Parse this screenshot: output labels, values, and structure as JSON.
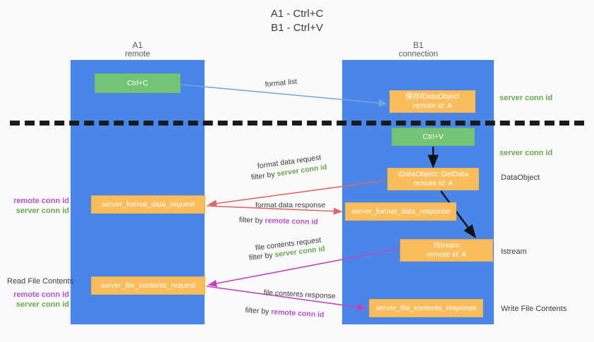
{
  "title": {
    "line1": "A1 - Ctrl+C",
    "line2": "B1 - Ctrl+V"
  },
  "columns": [
    {
      "name": "A1",
      "sub": "remote"
    },
    {
      "name": "B1",
      "sub": "connection"
    }
  ],
  "nodes": {
    "ctrl_c": {
      "label": "Ctrl+C",
      "color": "#74c476"
    },
    "idataobject": {
      "label": "保存IDataObject",
      "sub": "remote id: A",
      "color": "#fbbc5c"
    },
    "ctrl_v": {
      "label": "Ctrl+V",
      "color": "#74c476"
    },
    "getdata": {
      "label": "IDataObject::GetData",
      "sub": "remote id: A",
      "color": "#fbbc5c"
    },
    "istream": {
      "label": "IStream",
      "sub": "remote id: A",
      "color": "#fbbc5c"
    },
    "format_data_request": {
      "label": "server_format_data_request",
      "color": "#fbbc5c"
    },
    "format_data_response": {
      "label": "server_format_data_response",
      "color": "#fbbc5c"
    },
    "file_contents_request": {
      "label": "server_file_contents_request",
      "color": "#fbbc5c"
    },
    "file_contents_response": {
      "label": "server_file_contents_response",
      "color": "#fbbc5c"
    }
  },
  "annotations": {
    "server_conn_id_1": "server conn id",
    "server_conn_id_2": "server conn id",
    "dataobject": "DataObject",
    "istream": "Istream",
    "write_file_contents": "Write File Contents",
    "read_file_contents": "Read File Contents",
    "remote_conn_id": "remote conn id",
    "server_conn_id": "server conn id"
  },
  "edges": {
    "format_list": "format list",
    "format_data_request": "format data request",
    "format_data_request_filter_prefix": "filter by ",
    "format_data_request_filter_value": "server conn id",
    "format_data_response": "format data response",
    "format_data_response_filter_prefix": "filter by ",
    "format_data_response_filter_value": "remote conn id",
    "file_contents_request": "file contents request",
    "file_contents_request_filter_prefix": "filter by ",
    "file_contents_request_filter_value": "server conn id",
    "file_contents_response": "file contents response",
    "file_contents_response_filter_prefix": "filter by ",
    "file_contents_response_filter_value": "remote conn id"
  },
  "colors": {
    "lane": "#4a86e8",
    "green": "#6aa84f",
    "purple": "#b64fc8",
    "orange": "#fbbc5c",
    "arrow_blue": "#6fa8dc",
    "arrow_red": "#e06666",
    "arrow_magenta": "#c540c0",
    "arrow_black": "#111111",
    "background": "#fafafa"
  }
}
